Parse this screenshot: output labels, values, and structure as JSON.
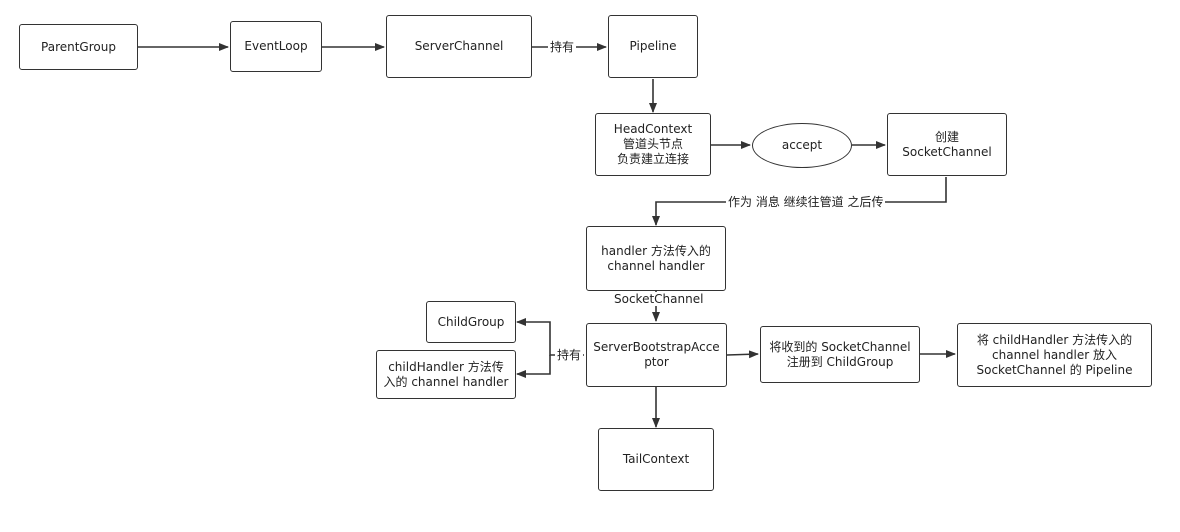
{
  "nodes": {
    "parent_group": "ParentGroup",
    "event_loop": "EventLoop",
    "server_channel": "ServerChannel",
    "pipeline": "Pipeline",
    "head_context": "HeadContext\n管道头节点\n负责建立连接",
    "accept": "accept",
    "create_socket_channel": "创建\nSocketChannel",
    "handler_node": "handler 方法传入的\nchannel handler",
    "child_group": "ChildGroup",
    "child_handler": "childHandler 方法传\n入的 channel handler",
    "acceptor": "ServerBootstrapAcce\nptor",
    "register": "将收到的 SocketChannel\n注册到 ChildGroup",
    "put_child_handler": "将 childHandler 方法传入的\nchannel handler 放入\nSocketChannel 的 Pipeline",
    "tail_context": "TailContext"
  },
  "edge_labels": {
    "hold_pipeline": "持有",
    "pass_message": "作为 消息 继续往管道 之后传",
    "socket_channel": "SocketChannel",
    "hold_children": "持有"
  },
  "colors": {
    "stroke": "#333333",
    "fill": "#ffffff"
  }
}
